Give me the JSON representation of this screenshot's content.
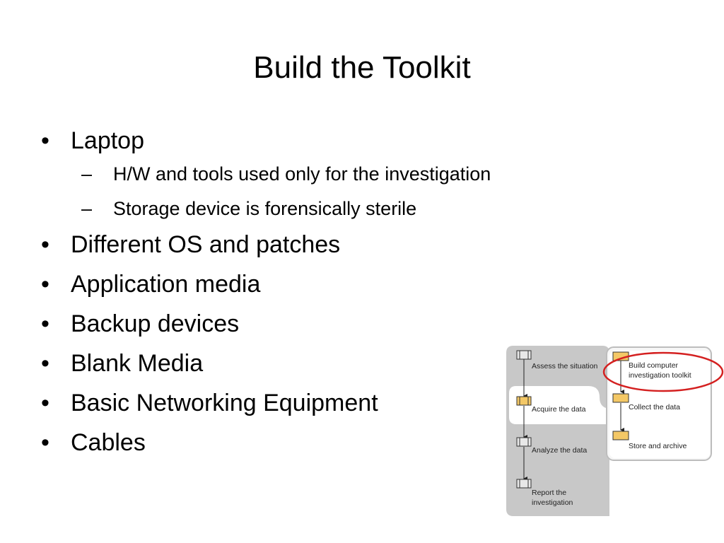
{
  "slide": {
    "title": "Build the Toolkit",
    "bullets": [
      {
        "text": "Laptop",
        "subitems": [
          "H/W and tools used only for the investigation",
          "Storage device is forensically sterile"
        ]
      },
      {
        "text": "Different OS and patches",
        "subitems": []
      },
      {
        "text": "Application media",
        "subitems": []
      },
      {
        "text": "Backup devices",
        "subitems": []
      },
      {
        "text": "Blank Media",
        "subitems": []
      },
      {
        "text": "Basic Networking Equipment",
        "subitems": []
      },
      {
        "text": "Cables",
        "subitems": []
      }
    ]
  },
  "diagram": {
    "left_steps": [
      "Assess the situation",
      "Acquire the data",
      "Analyze the data",
      "Report the",
      "investigation"
    ],
    "right_steps": [
      "Build computer",
      "investigation toolkit",
      "Collect the data",
      "Store and archive"
    ]
  },
  "colors": {
    "background": "#ffffff",
    "text": "#000000",
    "left_panel": "#c8c8c8",
    "box_fill": "#e8e8e8",
    "box_highlight": "#f4c866",
    "highlight_circle": "#d42020"
  }
}
